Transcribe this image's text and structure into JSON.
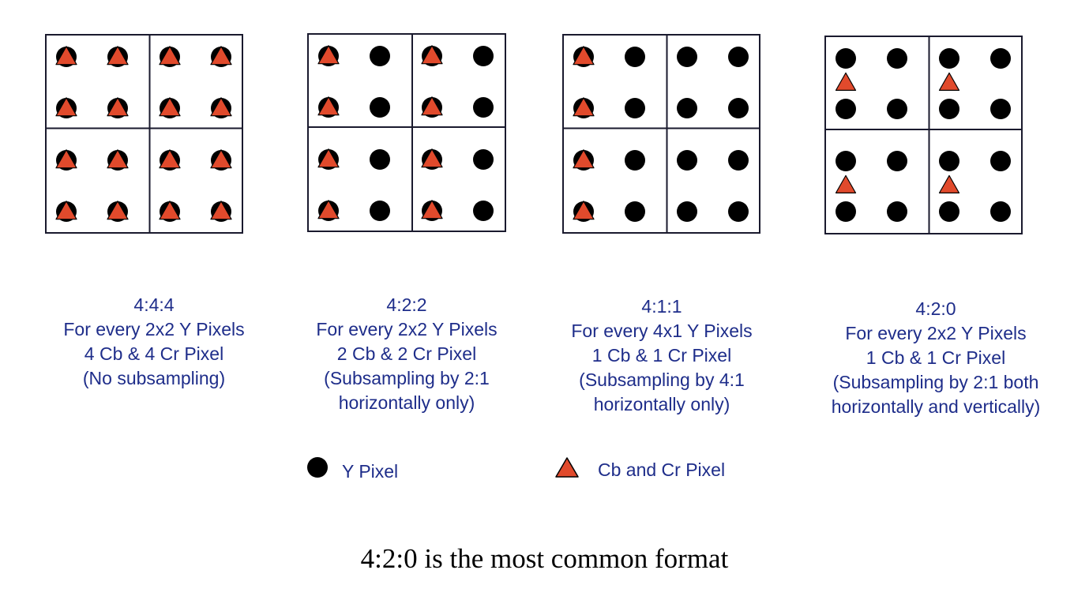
{
  "colors": {
    "y_pixel": "#000000",
    "chroma_pixel": "#e14a2c",
    "grid_line": "#1a1a2e",
    "caption_text": "#1e2d8a",
    "footer_text": "#000000"
  },
  "panels": [
    {
      "ratio": "4:4:4",
      "lines": [
        "For every 2x2 Y Pixels",
        "4 Cb & 4 Cr Pixel",
        "(No subsampling)"
      ],
      "chroma_mode": "overlay-all"
    },
    {
      "ratio": "4:2:2",
      "lines": [
        "For every 2x2 Y Pixels",
        "2 Cb & 2 Cr Pixel",
        "(Subsampling by 2:1",
        "horizontally only)"
      ],
      "chroma_mode": "overlay-every-other-column"
    },
    {
      "ratio": "4:1:1",
      "lines": [
        "For every 4x1 Y Pixels",
        "1 Cb & 1 Cr Pixel",
        "(Subsampling by 4:1",
        "horizontally only)"
      ],
      "chroma_mode": "overlay-every-fourth-column"
    },
    {
      "ratio": "4:2:0",
      "lines": [
        "For every 2x2 Y Pixels",
        "1 Cb & 1 Cr Pixel",
        "(Subsampling by 2:1 both",
        "horizontally and vertically)"
      ],
      "chroma_mode": "between-rows-every-other-column"
    }
  ],
  "legend": {
    "y_label": "Y Pixel",
    "y_icon": "black-circle-icon",
    "chroma_label": "Cb and Cr Pixel",
    "chroma_icon": "red-triangle-icon"
  },
  "footer": "4:2:0 is the most common format"
}
